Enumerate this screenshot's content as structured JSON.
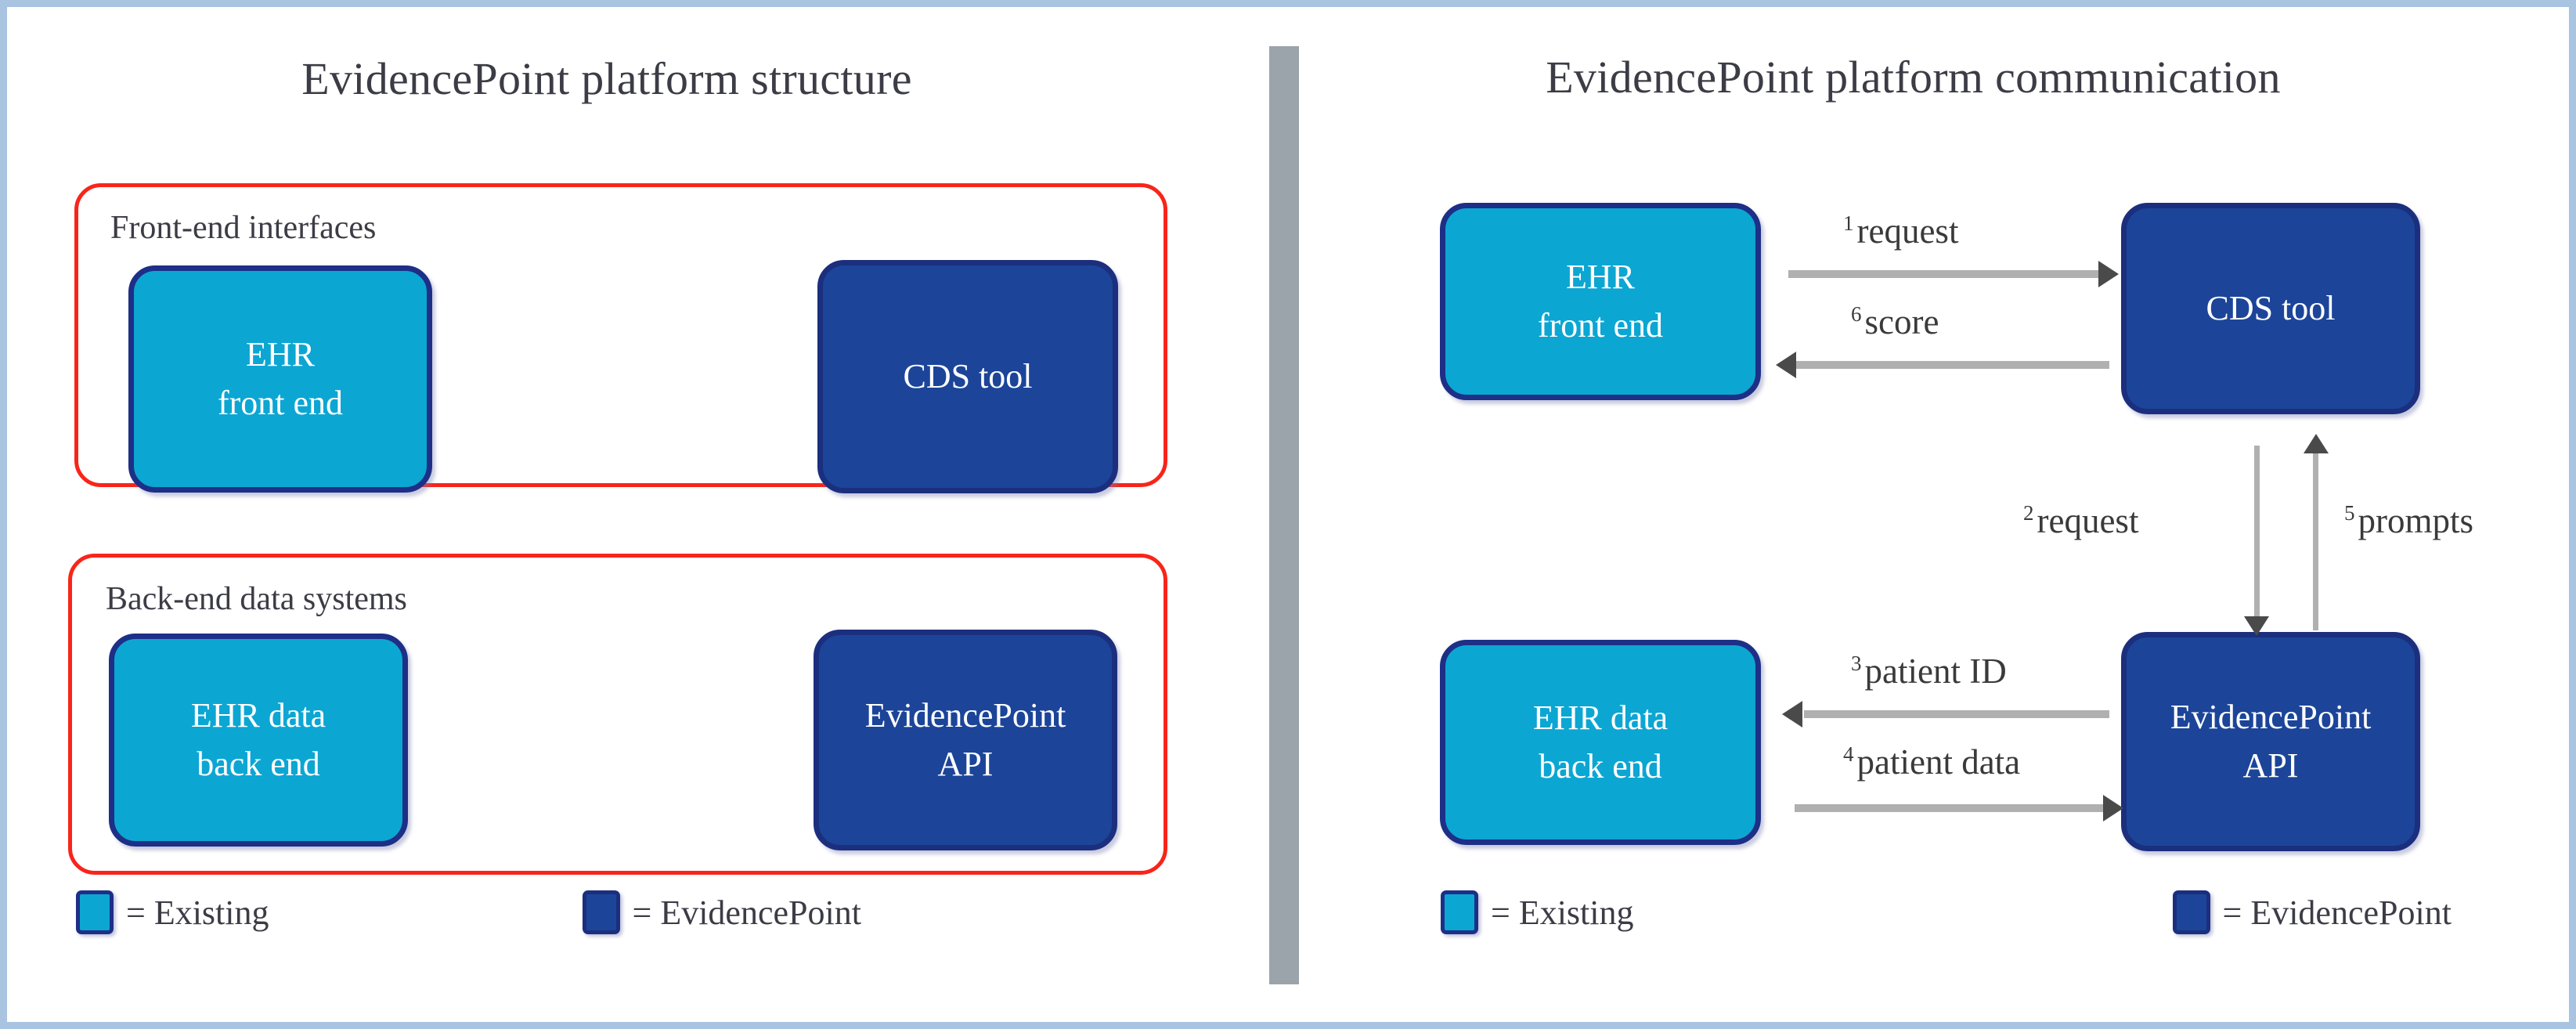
{
  "figure": {
    "border_color": "#a8c4e0",
    "divider_color": "#9ba3ab",
    "group_border_color": "#f8251a",
    "existing_color": "#0ca6d3",
    "evidencepoint_color": "#1c4599",
    "arrow_color": "#b0b0b0",
    "text_color": "#3c3c46"
  },
  "panels": {
    "structure": {
      "title": "EvidencePoint platform structure",
      "groups": [
        {
          "label": "Front-end interfaces"
        },
        {
          "label": "Back-end data systems"
        }
      ],
      "nodes": [
        {
          "id": "ehr-front-end",
          "line1": "EHR",
          "line2": "front end",
          "type": "Existing"
        },
        {
          "id": "cds-tool",
          "line1": "CDS tool",
          "line2": "",
          "type": "EvidencePoint"
        },
        {
          "id": "ehr-data-back-end",
          "line1": "EHR data",
          "line2": "back end",
          "type": "Existing"
        },
        {
          "id": "evidencepoint-api",
          "line1": "EvidencePoint",
          "line2": "API",
          "type": "EvidencePoint"
        }
      ],
      "legend": [
        {
          "label": "= Existing",
          "type": "Existing"
        },
        {
          "label": "= EvidencePoint",
          "type": "EvidencePoint"
        }
      ]
    },
    "communication": {
      "title": "EvidencePoint platform communication",
      "nodes": [
        {
          "id": "ehr-front-end",
          "line1": "EHR",
          "line2": "front end",
          "type": "Existing"
        },
        {
          "id": "cds-tool",
          "line1": "CDS tool",
          "line2": "",
          "type": "EvidencePoint"
        },
        {
          "id": "ehr-data-back-end",
          "line1": "EHR data",
          "line2": "back end",
          "type": "Existing"
        },
        {
          "id": "evidencepoint-api",
          "line1": "EvidencePoint",
          "line2": "API",
          "type": "EvidencePoint"
        }
      ],
      "edges": [
        {
          "step": "1",
          "label": "request",
          "from": "EHR front end",
          "to": "CDS tool",
          "direction": "right"
        },
        {
          "step": "2",
          "label": "request",
          "from": "CDS tool",
          "to": "EvidencePoint API",
          "direction": "down"
        },
        {
          "step": "3",
          "label": "patient ID",
          "from": "EvidencePoint API",
          "to": "EHR data back end",
          "direction": "left"
        },
        {
          "step": "4",
          "label": "patient data",
          "from": "EHR data back end",
          "to": "EvidencePoint API",
          "direction": "right"
        },
        {
          "step": "5",
          "label": "prompts",
          "from": "EvidencePoint API",
          "to": "CDS tool",
          "direction": "up"
        },
        {
          "step": "6",
          "label": "score",
          "from": "CDS tool",
          "to": "EHR front end",
          "direction": "left"
        }
      ],
      "legend": [
        {
          "label": "= Existing",
          "type": "Existing"
        },
        {
          "label": "= EvidencePoint",
          "type": "EvidencePoint"
        }
      ]
    }
  }
}
